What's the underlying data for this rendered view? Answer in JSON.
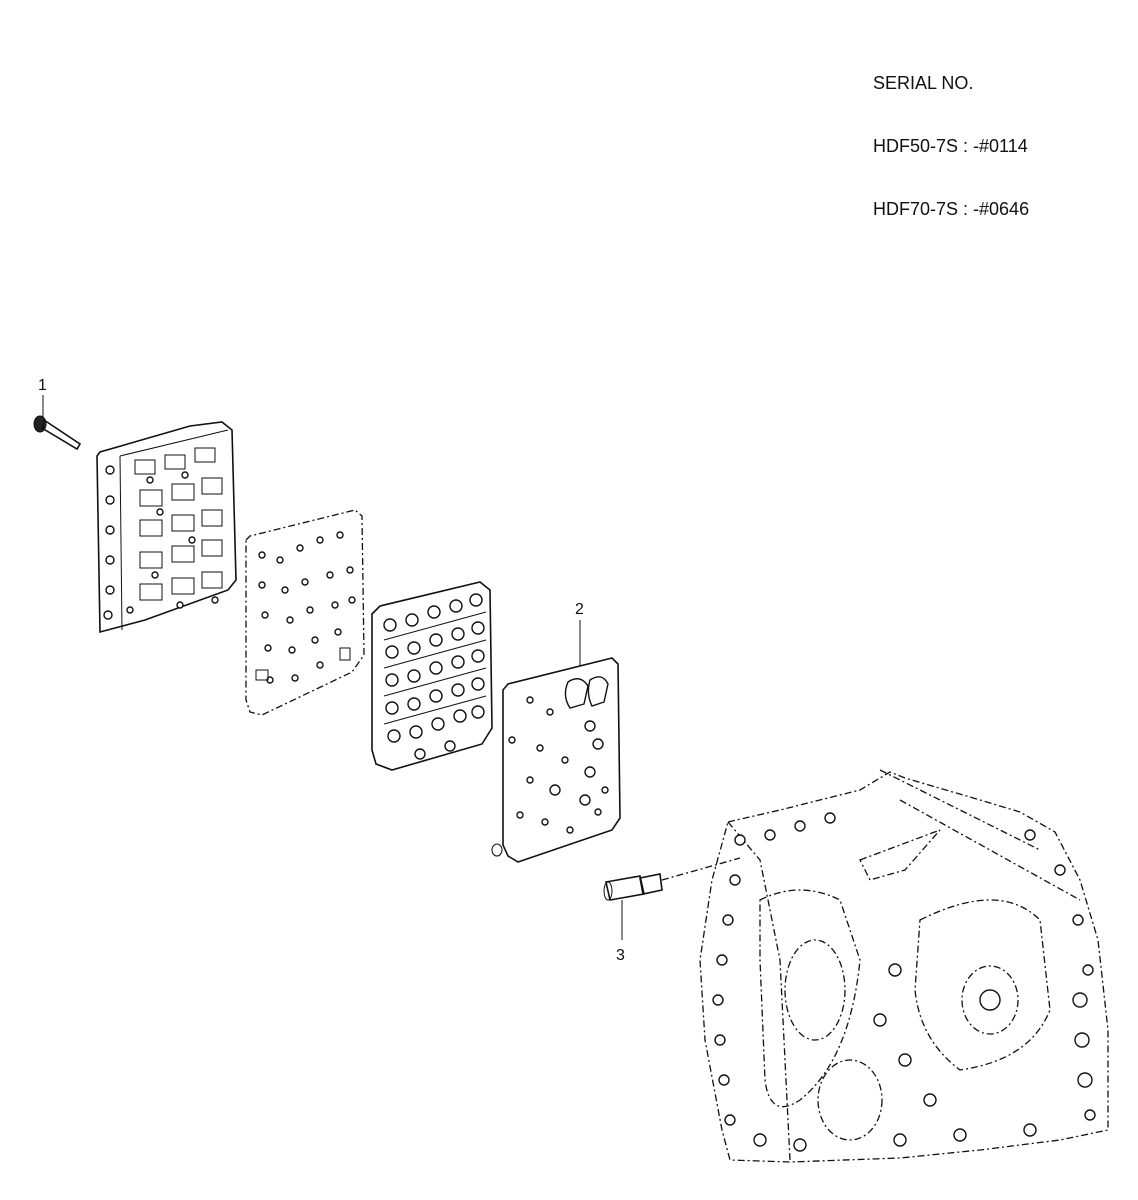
{
  "serial": {
    "title": "SERIAL NO.",
    "lines": [
      "HDF50-7S : -#0114",
      "HDF70-7S : -#0646"
    ]
  },
  "callouts": [
    {
      "id": "1",
      "part": "bolt"
    },
    {
      "id": "2",
      "part": "gasket-plate"
    },
    {
      "id": "3",
      "part": "plug"
    }
  ],
  "parts": [
    "bolt",
    "valve-body",
    "intermediate-plate",
    "valve-housing",
    "gasket-plate",
    "plug",
    "transmission-housing"
  ]
}
